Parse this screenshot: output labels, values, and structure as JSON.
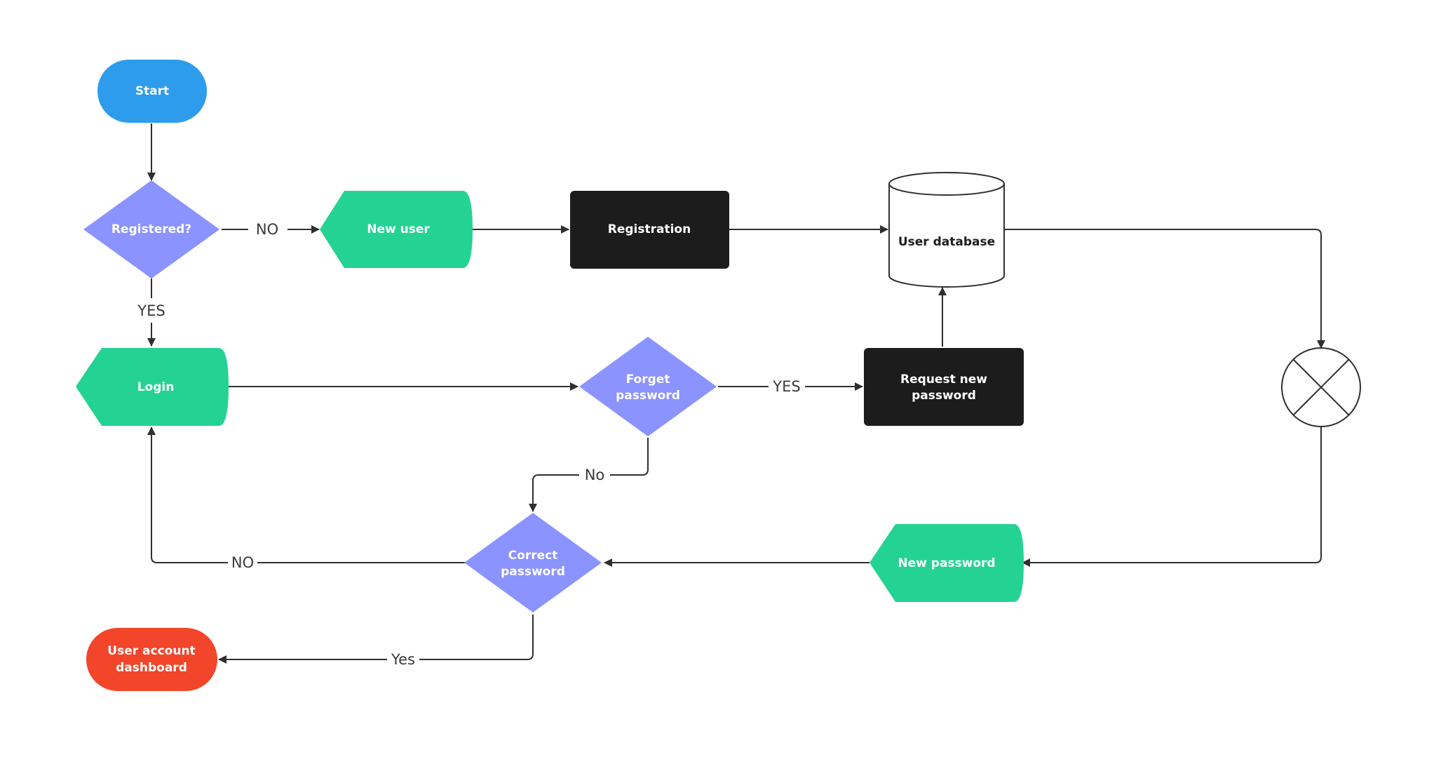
{
  "colors": {
    "terminal_start": "#2D9CED",
    "terminal_end": "#F2452A",
    "decision": "#8A93FF",
    "io": "#24D393",
    "process": "#1C1C1C",
    "database_stroke": "#2f2f2f",
    "connector_stroke": "#2f2f2f",
    "edge": "#2f2f2f",
    "text_light": "#ffffff",
    "text_dark": "#1c1c1c"
  },
  "nodes": {
    "start": {
      "label": "Start"
    },
    "registered": {
      "label": "Registered?"
    },
    "new_user": {
      "label": "New user"
    },
    "registration": {
      "label": "Registration"
    },
    "user_database": {
      "label": "User database"
    },
    "login": {
      "label": "Login"
    },
    "forget_password": {
      "line1": "Forget",
      "line2": "password"
    },
    "request_new_password": {
      "line1": "Request new",
      "line2": "password"
    },
    "correct_password": {
      "line1": "Correct",
      "line2": "password"
    },
    "new_password": {
      "label": "New password"
    },
    "dashboard": {
      "line1": "User account",
      "line2": "dashboard"
    }
  },
  "edge_labels": {
    "registered_no": "NO",
    "registered_yes": "YES",
    "forget_yes": "YES",
    "forget_no": "No",
    "correct_no": "NO",
    "correct_yes": "Yes"
  }
}
